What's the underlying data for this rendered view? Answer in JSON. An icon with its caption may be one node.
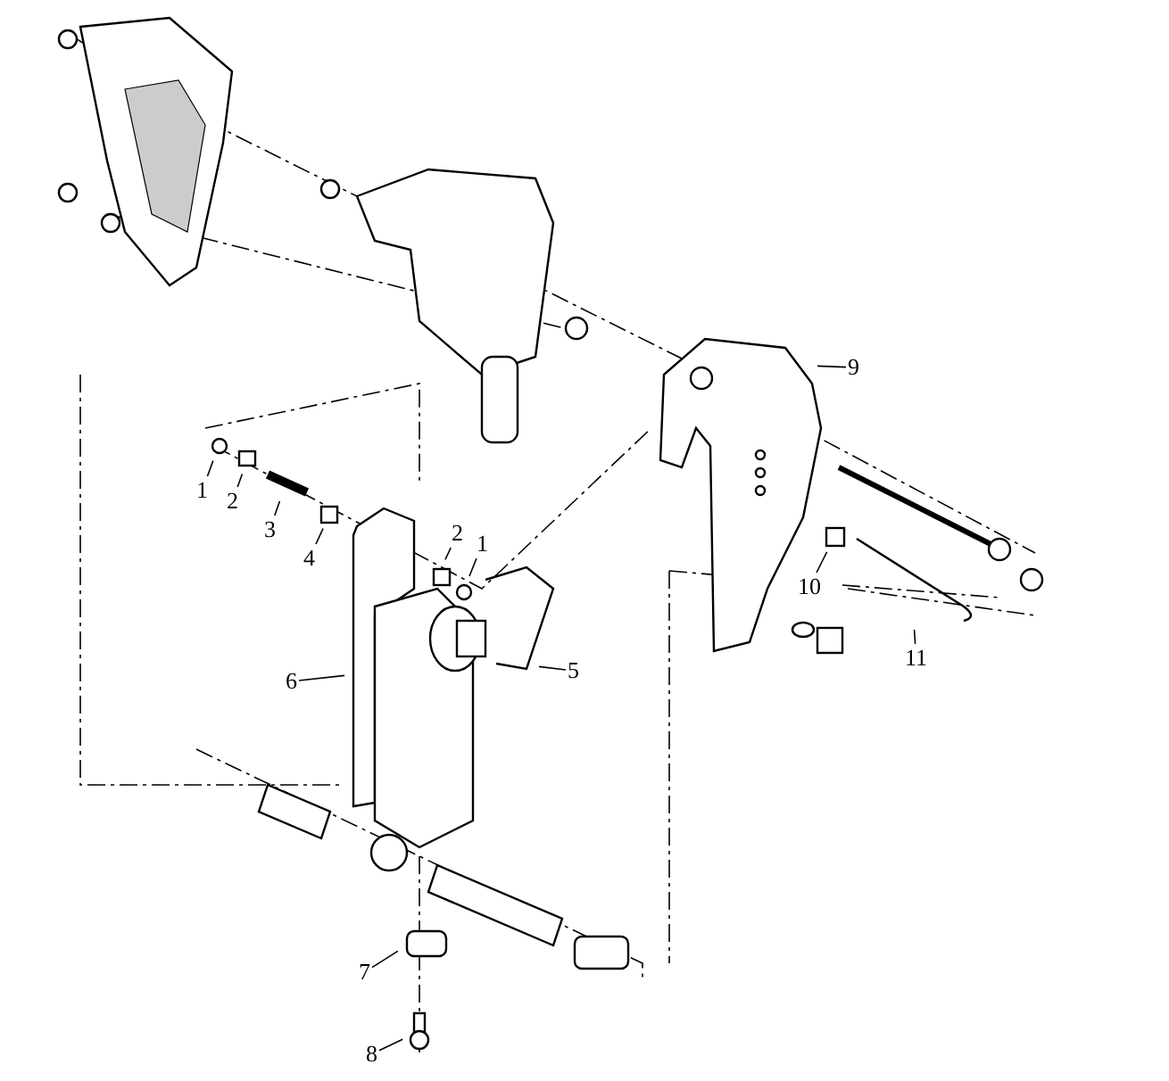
{
  "diagram": {
    "nodes": [
      {
        "text": [
          "1"
        ]
      },
      {
        "text": [
          "2"
        ]
      },
      {
        "text": [
          "3"
        ]
      },
      {
        "text": [
          "4"
        ]
      },
      {
        "text": [
          "2"
        ]
      },
      {
        "text": [
          "1"
        ]
      },
      {
        "text": [
          "5"
        ]
      },
      {
        "text": [
          "6"
        ]
      },
      {
        "text": [
          "7"
        ]
      },
      {
        "text": [
          "8"
        ]
      },
      {
        "text": [
          "9"
        ]
      },
      {
        "text": [
          "10"
        ]
      },
      {
        "text": [
          "11"
        ]
      }
    ],
    "edges": [
      {
        "from": 0,
        "to": null,
        "arrow": "none"
      },
      {
        "from": 1,
        "to": null,
        "arrow": "none"
      },
      {
        "from": 2,
        "to": null,
        "arrow": "none"
      },
      {
        "from": 3,
        "to": null,
        "arrow": "none"
      },
      {
        "from": 4,
        "to": null,
        "arrow": "none"
      },
      {
        "from": 5,
        "to": null,
        "arrow": "none"
      },
      {
        "from": 6,
        "to": null,
        "arrow": "none"
      },
      {
        "from": 7,
        "to": null,
        "arrow": "none"
      },
      {
        "from": 8,
        "to": null,
        "arrow": "none"
      },
      {
        "from": 9,
        "to": null,
        "arrow": "none"
      },
      {
        "from": 10,
        "to": null,
        "arrow": "none"
      },
      {
        "from": 11,
        "to": null,
        "arrow": "none"
      },
      {
        "from": 12,
        "to": null,
        "arrow": "none"
      }
    ]
  }
}
